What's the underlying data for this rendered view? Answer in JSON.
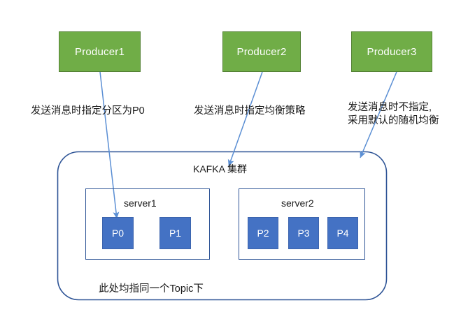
{
  "diagram": {
    "title": "Kafka producer partition assignment diagram",
    "colors": {
      "producer_fill": "#70AD47",
      "producer_border": "#548235",
      "partition_fill": "#4472C4",
      "cluster_border": "#2E5496",
      "arrow": "#5B8FD4",
      "text": "#1a1a1a",
      "background": "#ffffff"
    }
  },
  "producers": [
    {
      "id": "producer1",
      "label": "Producer1"
    },
    {
      "id": "producer2",
      "label": "Producer2"
    },
    {
      "id": "producer3",
      "label": "Producer3"
    }
  ],
  "notes": [
    {
      "id": "note-producer1",
      "lines": [
        "发送消息时指定分区为P0"
      ]
    },
    {
      "id": "note-producer2",
      "lines": [
        "发送消息时指定均衡策略"
      ]
    },
    {
      "id": "note-producer3",
      "lines": [
        "发送消息时不指定,",
        "采用默认的随机均衡"
      ]
    }
  ],
  "cluster": {
    "label": "KAFKA 集群",
    "footer": "此处均指同一个Topic下",
    "servers": [
      {
        "id": "server1",
        "label": "server1",
        "partitions": [
          "P0",
          "P1"
        ]
      },
      {
        "id": "server2",
        "label": "server2",
        "partitions": [
          "P2",
          "P3",
          "P4"
        ]
      }
    ]
  },
  "arrows": [
    {
      "id": "arrow-producer1-to-p0",
      "from": "Producer1",
      "to": "P0"
    },
    {
      "id": "arrow-producer2-to-cluster",
      "from": "Producer2",
      "to": "KAFKA 集群"
    },
    {
      "id": "arrow-producer3-to-cluster",
      "from": "Producer3",
      "to": "KAFKA 集群"
    }
  ]
}
